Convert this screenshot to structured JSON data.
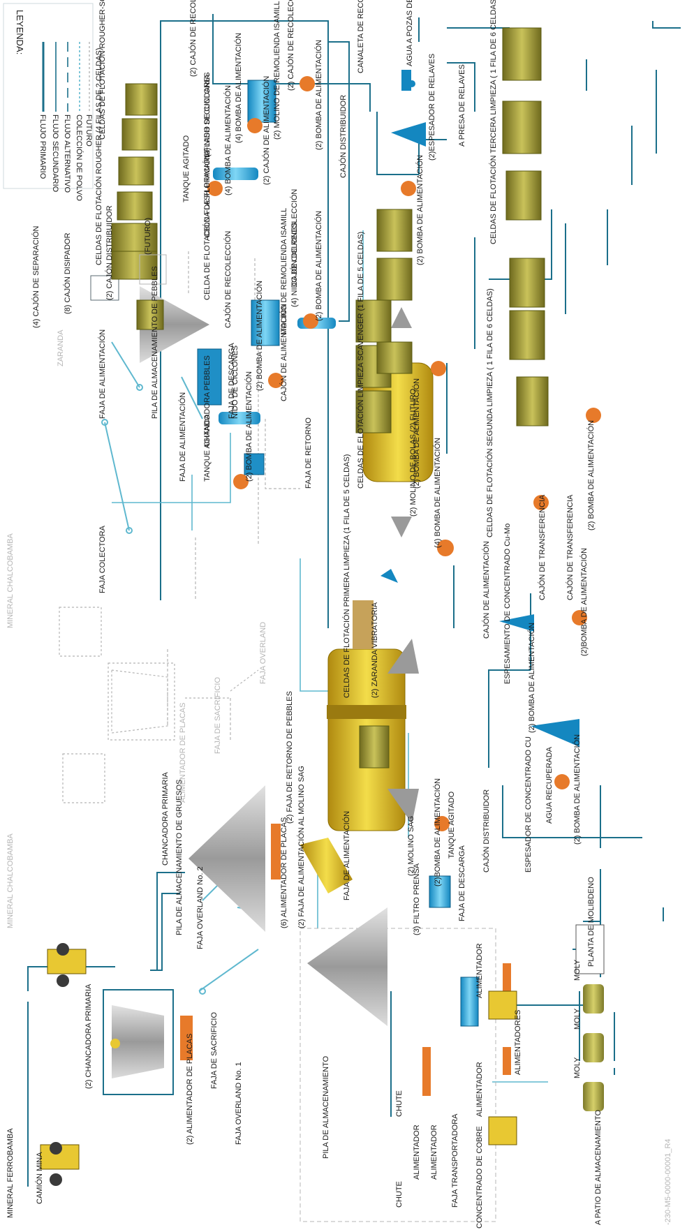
{
  "legend": {
    "title": "LEYENDA:",
    "items": [
      "FLUJO PRIMARIO",
      "FLUJO SECUNDARIO",
      "FLUJO ALTERNATIVO",
      "COLECCIÓN DE POLVO",
      "FUTURO"
    ]
  },
  "labels": {
    "mineral_ferrobamba": "MINERAL FERROBAMBA",
    "mineral_chalcobamba_1": "MINERAL CHALCOBAMBA",
    "mineral_chalcobamba_2": "MINERAL CHALCOBAMBA",
    "camion_mina": "CAMIÓN MINA",
    "chancadora_primaria_2": "(2) CHANCADORA PRIMARIA",
    "chancadora_primaria": "CHANCADORA PRIMARIA",
    "alimentador_placas_2": "(2) ALIMENTADOR DE PLACAS",
    "faja_sacrificio": "FAJA DE SACRIFICIO",
    "faja_overland_1": "FAJA OVERLAND No. 1",
    "faja_overland_2": "FAJA OVERLAND No. 2",
    "pila_gruesos": "PILA DE ALMACENAMIENTO DE GRUESOS",
    "alimentador_placas_gris": "ALIMENTADOR DE PLACAS",
    "faja_sacrificio_gris": "FAJA DE SACRIFICIO",
    "faja_overland_gris": "FAJA OVERLAND",
    "alimentador_placas_6": "(6) ALIMENTADOR DE PLACAS",
    "faja_alim_sag": "(2) FAJA DE ALIMENTACIÓN AL MOLINO SAG",
    "faja_retorno_pebbles": "(2) FAJA DE RETORNO DE PEBBLES",
    "faja_colectora": "FAJA COLECTORA",
    "faja_alim_1": "FAJA DE ALIMENTACIÓN",
    "pila_pebbles": "PILA DE ALMACENAMIENTO DE PEBBLES",
    "faja_alim_2": "FAJA DE ALIMENTACIÓN",
    "chancadora_pebbles": "CHANCADORA PEBBLES",
    "faja_descarga": "FAJA DE DESCARGA",
    "faja_retorno": "FAJA DE RETORNO",
    "zaranda": "ZARANDA",
    "molino_sag": "(2) MOLINO SAG",
    "zaranda_vibratoria": "(2) ZARANDA VIBRATORIA",
    "molino_bolas": "(2) MOLINO DE BOLAS (2) FUTURO",
    "bomba_alim_4": "(4) BOMBA DE ALIMENTACIÓN",
    "nido_ciclones_4": "(4) NIDO DE CICLONES",
    "cajon_separacion": "(4) CAJÓN DE SEPARACIÓN",
    "cajon_disipador": "(8) CAJÓN DISIPADOR",
    "cajon_distribuidor_2": "(2) CAJÓN DISTRIBUIDOR",
    "celdas_rougher": "CELDAS DE FLOTACIÓN ROUGHER (4 FILAS DE 2 CELDAS)",
    "celdas_rougher_scav": "CELDAS DE FLOTACIÓN ROUGHER-SCAVENGER (4 FILAS DE 5 CELDAS)",
    "futuro": "(FUTURO)",
    "flash_primaria": "CELDA DE FLOTACIÓN FLASH PRIMARIA",
    "flash_secundaria": "CELDA DE FLOTACIÓN FLASH SECUNDARIA",
    "tanque_agitado_1": "TANQUE AGITADO",
    "bomba_alim_2a": "(2) BOMBA DE ALIMENTACIÓN",
    "nido_ciclones_1": "NIDO DE CICLONES",
    "bomba_alim_2b": "(2) BOMBA DE ALIMENTACIÓN",
    "cajon_alim_1": "CAJÓN DE ALIMENTACIÓN",
    "molino_isamill_1": "MOLINO DE REMOLIENDA ISAMILL",
    "cajon_recoleccion_1": "CAJÓN DE RECOLECCIÓN",
    "cajon_recoleccion_2": "CAJÓN DE RECOLECCIÓN",
    "bomba_alim_2c": "(2) BOMBA DE ALIMENTACIÓN",
    "tanque_agitado_2": "TANQUE AGITADO",
    "bomba_alim_4b": "(4) BOMBA DE ALIMENTACIÓN",
    "nido_ciclones_2": "(2) NIDO DE CICLONES",
    "bomba_alim_4c": "(4) BOMBA DE ALIMENTACIÓN",
    "cajon_alim_2": "(2) CAJÓN DE ALIMENTACIÓN",
    "molino_isamill_2": "(2) MOLINO DE REMOLIENDA ISAMILL",
    "cajon_recoleccion_3": "(2) CAJÓN DE RECOLECCIÓN",
    "cajon_recoleccion_4": "(2) CAJÓN DE RECOLECCIÓN",
    "bomba_alim_2d": "(2) BOMBA DE ALIMENTACIÓN",
    "canaleta": "CANALETA DE RECOLECCIÓN",
    "agua_pozas": "AGUA A POZAS DE AGUA DE PROCESOS",
    "presa_relaves": "A PRESA DE RELAVES",
    "espesador_relaves": "(2)ESPESADOR DE RELAVES",
    "cajon_distribuidor_3": "CAJÓN DISTRIBUIDOR",
    "primera_limpieza": "CELDAS DE FLOTACIÓN PRIMERA LIMPIEZA (1 FILA DE 5 CELDAS)",
    "limpieza_scavenger": "CELDAS DE FLOTACIÓN LIMPIEZA SCAVENGER (1 FILA DE 5 CELDAS)",
    "bomba_alim_2e": "(2) BOMBA DE ALIMENTACIÓN",
    "bomba_alim_2f": "(2) BOMBA DE ALIMENTACIÓN",
    "segunda_limpieza": "CELDAS DE FLOTACIÓN SEGUNDA LIMPIEZA ( 1 FILA DE 6 CELDAS)",
    "tercera_limpieza": "CELDAS DE FLOTACIÓN TERCERA LIMPIEZA ( 1 FILA DE 6 CELDAS)",
    "bomba_alim_2g": "(2) BOMBA DE ALIMENTACIÓN",
    "bomba_alim_2h": "(2) BOMBA DE ALIMENTACIÓN",
    "cajon_transferencia_1": "CAJÓN DE TRANSFERENCIA",
    "cajon_transferencia_2": "CAJÓN DE TRANSFERENCIA",
    "espesamiento_cumo": "ESPESAMIENTO DE CONCENTRADO Cu-Mo",
    "cajon_alim_3": "CAJÓN DE ALIMENTACIÓN",
    "bomba_alim_2i": "(2)BOMBA DE ALIMENTACIÓN",
    "tanque_agitado_3": "TANQUE AGITADO",
    "cajon_distribuidor_4": "CAJÓN DISTRIBUIDOR",
    "espesador_cu": "ESPESADOR DE CONCENTRADO CU",
    "agua_recuperada": "AGUA RECUPERADA",
    "bomba_alim_2j": "(2) BOMBA DE ALIMENTACIÓN",
    "planta_molibdeno": "PLANTA DE MOLIBDENO",
    "bomba_alim_2k": "(2)BOMBA DE ALIMENTACIÓN",
    "filtro_prensa": "(3) FILTRO PRENSA",
    "faja_descarga_2": "FAJA DE DESCARGA",
    "faja_alimentacion_3": "FAJA DE ALIMENTACIÓN",
    "pila_almacenamiento": "PILA DE ALMACENAMIENTO",
    "chute_1": "CHUTE",
    "chute_2": "CHUTE",
    "alimentador_1": "ALIMENTADOR",
    "alimentador_2": "ALIMENTADOR",
    "faja_transportadora": "FAJA TRANSPORTADORA",
    "alimentador_3": "ALIMENTADOR",
    "alimentadores": "ALIMENTADORES",
    "alimentador_4": "ALIMENTADOR",
    "concentrado_cobre": "CONCENTRADO DE COBRE",
    "moly_1": "MOLY",
    "moly_2": "MOLY",
    "moly_3": "MOLY",
    "patio_almacenamiento": "A PATIO DE ALMACENAMIENTO",
    "doc_number": "-230-M5-0000-00001_R4"
  },
  "colors": {
    "primary": "#1b6f8a",
    "secondary": "#5fb8cf",
    "gray": "#b5b5b5",
    "cell": "#a8a43c",
    "pump": "#e77a2a",
    "mill": "#e8c832"
  }
}
